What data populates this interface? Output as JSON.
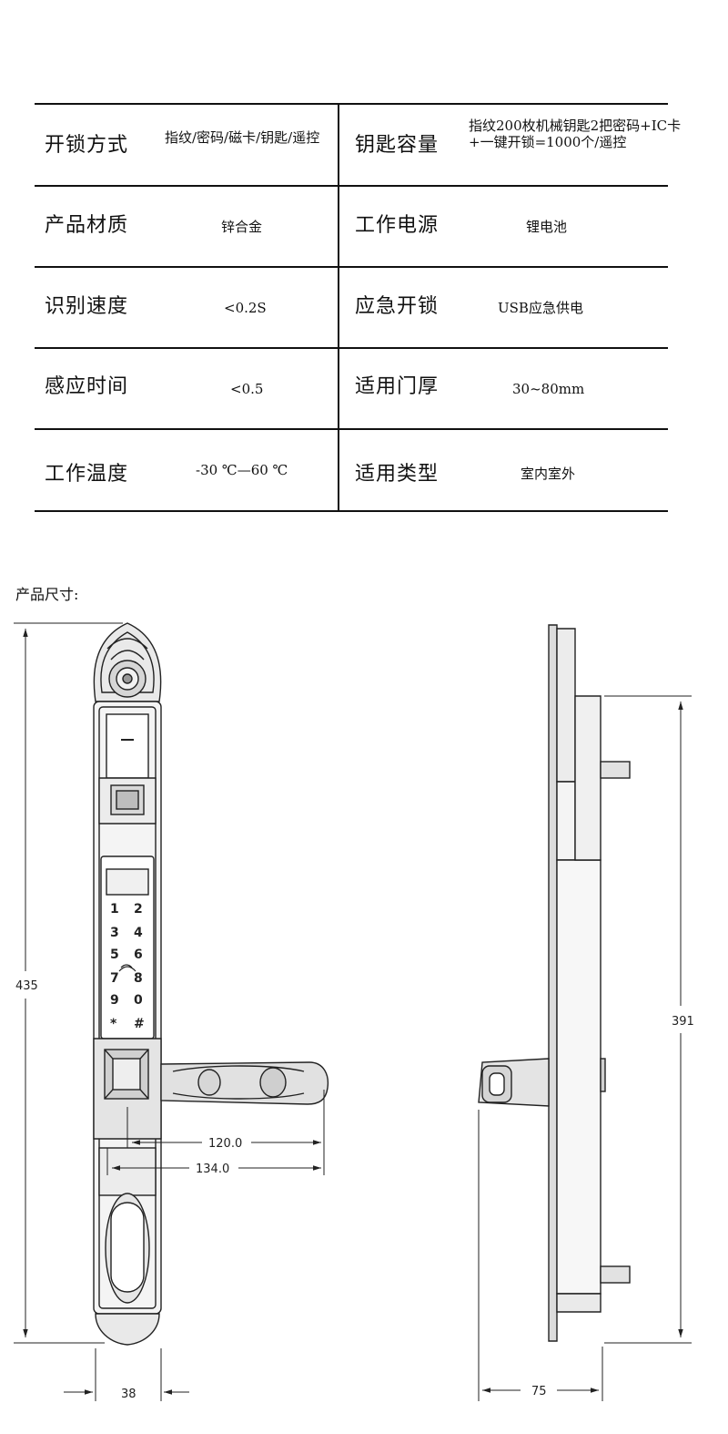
{
  "specs": {
    "rows": [
      {
        "left_label": "开锁方式",
        "left_value": "指纹/密码/磁卡/钥匙/遥控",
        "right_label": "钥匙容量",
        "right_value": "指纹200枚机械钥匙2把密码+IC卡+一键开锁=1000个/遥控"
      },
      {
        "left_label": "产品材质",
        "left_value": "锌合金",
        "right_label": "工作电源",
        "right_value": "锂电池"
      },
      {
        "left_label": "识别速度",
        "left_value": "<0.2S",
        "right_label": "应急开锁",
        "right_value": "USB应急供电"
      },
      {
        "left_label": "感应时间",
        "left_value": "<0.5",
        "right_label": "适用门厚",
        "right_value": "30~80mm"
      },
      {
        "left_label": "工作温度",
        "left_value": "-30 ℃—60 ℃",
        "right_label": "适用类型",
        "right_value": "室内室外"
      }
    ]
  },
  "dimensions": {
    "title": "产品尺寸:",
    "front_height": "435",
    "front_width": "38",
    "handle_length_inner": "120.0",
    "handle_length_outer": "134.0",
    "side_height": "391",
    "side_depth": "75",
    "keypad_keys": [
      "1",
      "2",
      "3",
      "4",
      "5",
      "6",
      "7",
      "8",
      "9",
      "0",
      "*",
      "#"
    ]
  }
}
